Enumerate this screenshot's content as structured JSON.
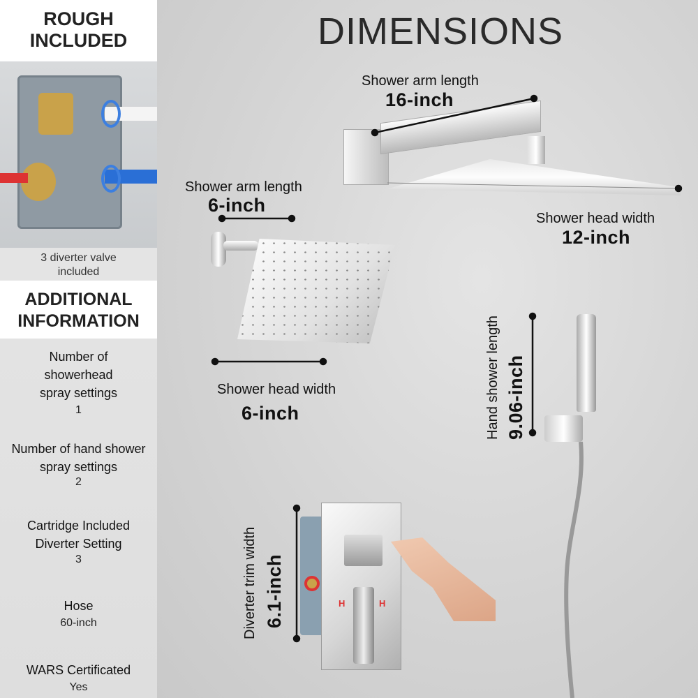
{
  "left_panel": {
    "rough_title": "ROUGH INCLUDED",
    "rough_caption": "3 diverter valve included",
    "additional_title": "ADDITIONAL INFORMATION",
    "items": [
      {
        "label": "Number of showerhead spray settings",
        "value": "1"
      },
      {
        "label": "Number of hand shower spray settings",
        "value": "2"
      },
      {
        "label": "Cartridge Included Diverter Setting",
        "value": "3"
      },
      {
        "label": "Hose",
        "value": "60-inch"
      },
      {
        "label": "WARS Certificated",
        "value": "Yes"
      }
    ]
  },
  "main": {
    "title": "DIMENSIONS",
    "dims": {
      "arm16_label": "Shower arm length",
      "arm16_value": "16-inch",
      "head12_label": "Shower head width",
      "head12_value": "12-inch",
      "arm6_label": "Shower arm length",
      "arm6_value": "6-inch",
      "head6_label": "Shower head width",
      "head6_value": "6-inch",
      "hand_label": "Hand shower length",
      "hand_value": "9.06-inch",
      "trim_label": "Diverter trim width",
      "trim_value": "6.1-inch"
    },
    "valve_marks": [
      "H",
      "H"
    ]
  }
}
